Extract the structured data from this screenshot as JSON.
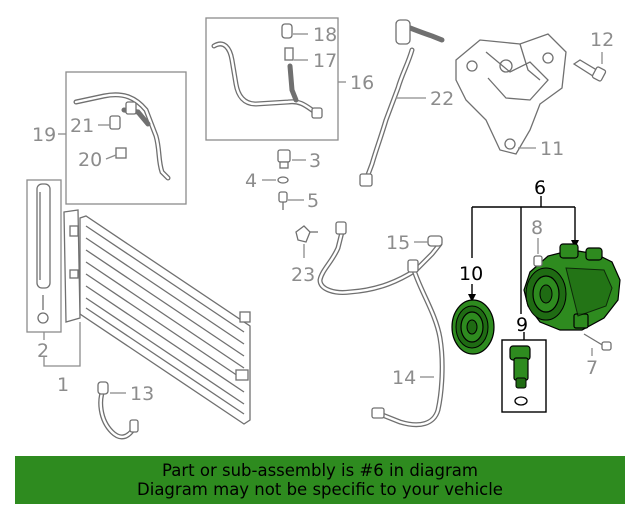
{
  "colors": {
    "banner_bg": "#2e8b1f",
    "highlight": "#2e8b1f",
    "line_gray": "#8c8c8c"
  },
  "callouts": {
    "c1": "1",
    "c2": "2",
    "c3": "3",
    "c4": "4",
    "c5": "5",
    "c6": "6",
    "c7": "7",
    "c8": "8",
    "c9": "9",
    "c10": "10",
    "c11": "11",
    "c12": "12",
    "c13": "13",
    "c14": "14",
    "c15": "15",
    "c16": "16",
    "c17": "17",
    "c18": "18",
    "c19": "19",
    "c20": "20",
    "c21": "21",
    "c22": "22",
    "c23": "23"
  },
  "banner": {
    "line1": "Part or sub-assembly is #6 in diagram",
    "line2": "Diagram may not be specific to your vehicle"
  }
}
